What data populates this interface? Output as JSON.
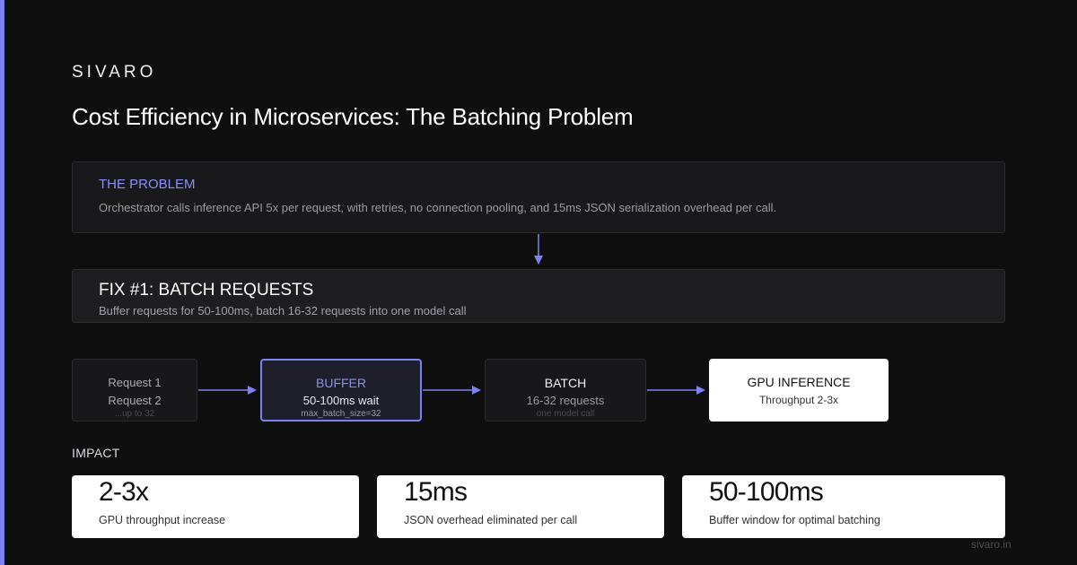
{
  "brand": "SIVARO",
  "title": "Cost Efficiency in Microservices: The Batching Problem",
  "problem": {
    "label": "THE PROBLEM",
    "text": "Orchestrator calls inference API 5x per request, with retries, no connection pooling, and 15ms JSON serialization overhead per call."
  },
  "fix": {
    "title": "FIX #1: BATCH REQUESTS",
    "text": "Buffer requests for 50-100ms, batch 16-32 requests into one model call"
  },
  "flow": {
    "requests": {
      "line1": "Request 1",
      "line2": "Request 2",
      "line3": "...up to 32"
    },
    "buffer": {
      "title": "BUFFER",
      "line2": "50-100ms wait",
      "line3": "max_batch_size=32"
    },
    "batch": {
      "title": "BATCH",
      "line2": "16-32 requests",
      "line3": "one model call"
    },
    "gpu": {
      "title": "GPU INFERENCE",
      "line2": "Throughput 2-3x"
    }
  },
  "impact": {
    "label": "IMPACT",
    "cards": [
      {
        "value": "2-3x",
        "desc": "GPU throughput increase"
      },
      {
        "value": "15ms",
        "desc": "JSON overhead eliminated per call"
      },
      {
        "value": "50-100ms",
        "desc": "Buffer window for optimal batching"
      }
    ]
  },
  "footer": {
    "url": "sivaro.in"
  },
  "colors": {
    "accent": "#7c82f0",
    "background": "#0f0f10",
    "card": "#ffffff"
  }
}
